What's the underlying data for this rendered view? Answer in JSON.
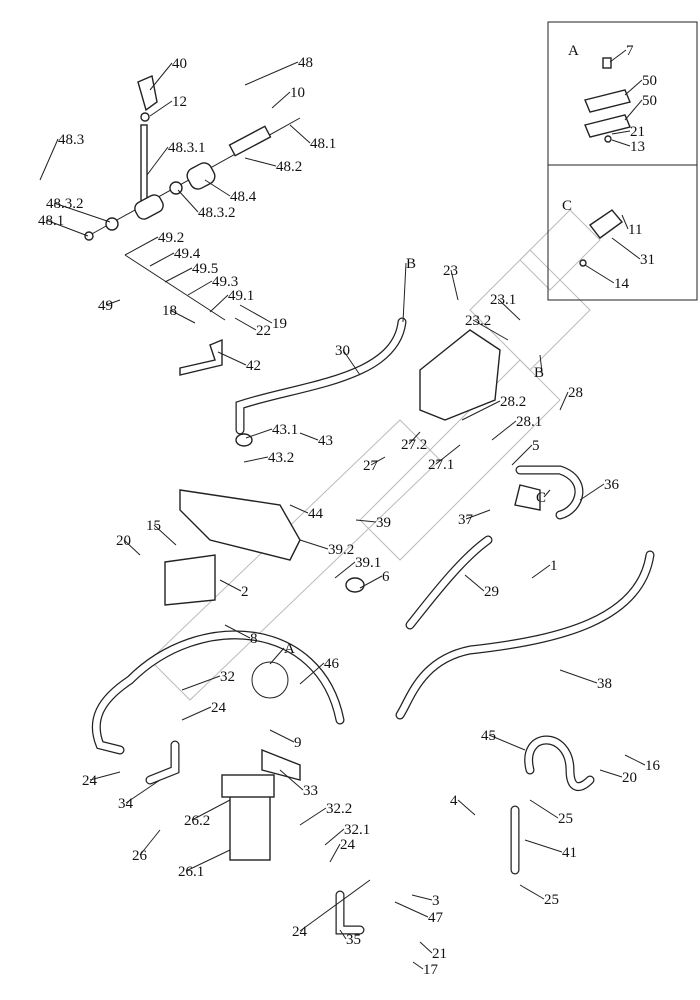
{
  "diagram": {
    "callouts": [
      "40",
      "12",
      "48",
      "10",
      "48.1",
      "48.3",
      "48.3.1",
      "48.2",
      "48.4",
      "48.3.2",
      "48.3.2",
      "48.1",
      "49.2",
      "49.4",
      "49.5",
      "49.3",
      "49.1",
      "49",
      "18",
      "19",
      "22",
      "42",
      "30",
      "B",
      "23",
      "23.1",
      "23.2",
      "B",
      "28",
      "28.2",
      "28.1",
      "43.1",
      "43",
      "43.2",
      "27.2",
      "27",
      "27.1",
      "5",
      "36",
      "C",
      "37",
      "44",
      "39",
      "39.2",
      "39.1",
      "15",
      "20",
      "6",
      "1",
      "29",
      "2",
      "8",
      "A",
      "46",
      "38",
      "32",
      "24",
      "24",
      "34",
      "9",
      "33",
      "45",
      "16",
      "20",
      "4",
      "25",
      "41",
      "25",
      "32.2",
      "32.1",
      "26.2",
      "26",
      "26.1",
      "24",
      "3",
      "47",
      "24",
      "35",
      "21",
      "17"
    ],
    "inset_a": {
      "title": "A",
      "callouts": [
        "7",
        "50",
        "50",
        "21",
        "13"
      ]
    },
    "inset_c": {
      "title": "C",
      "callouts": [
        "11",
        "31",
        "14"
      ]
    }
  }
}
